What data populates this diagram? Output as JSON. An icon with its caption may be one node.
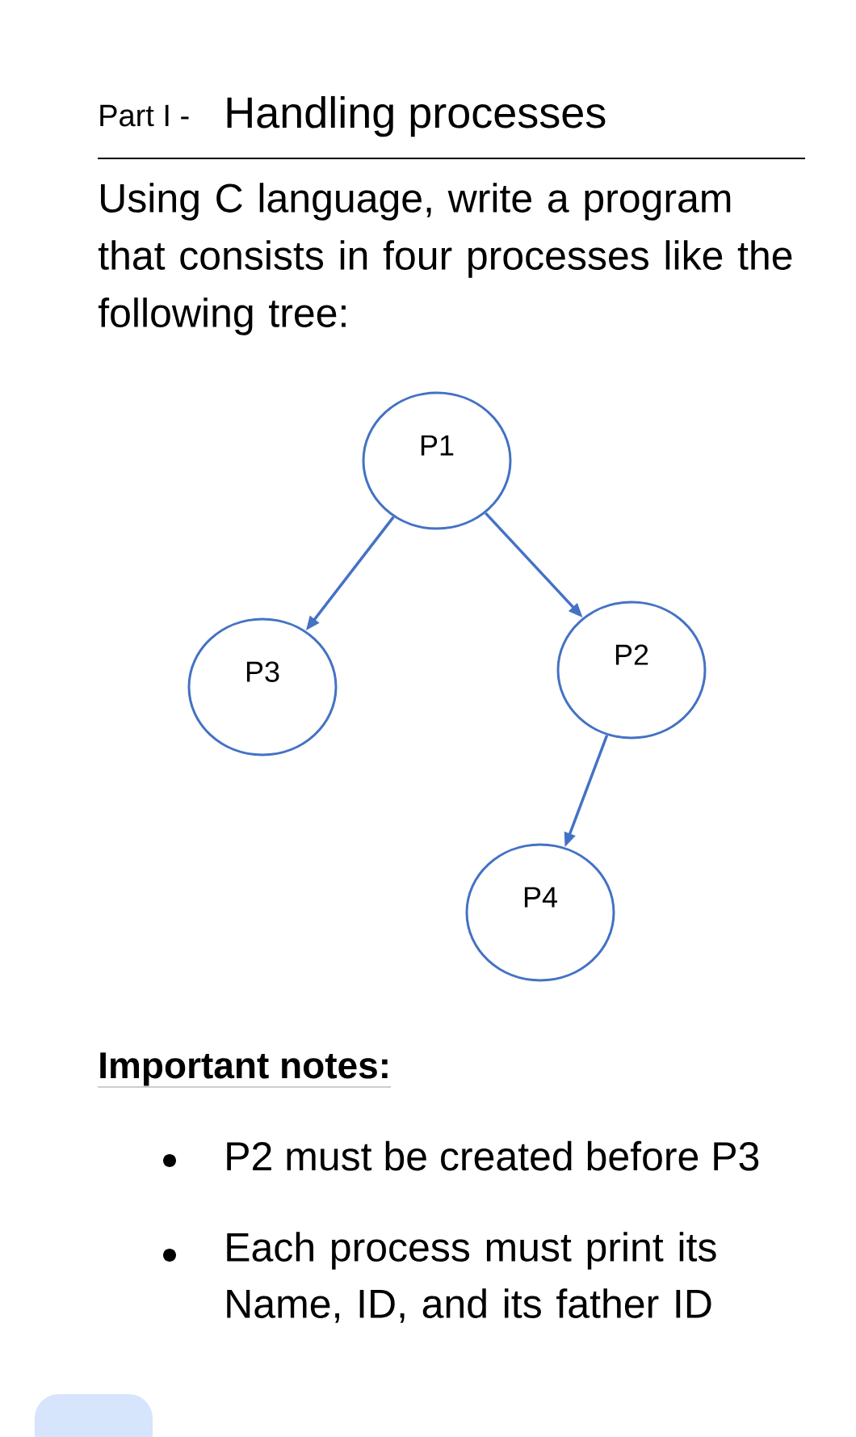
{
  "diagram": {
    "title": "Handling processes",
    "nodes": [
      {
        "text": [
          "P1"
        ]
      },
      {
        "text": [
          "P3"
        ]
      },
      {
        "text": [
          "P2"
        ]
      },
      {
        "text": [
          "P4"
        ]
      }
    ],
    "edges": [
      {
        "from": 0,
        "to": 1,
        "arrow": "to"
      },
      {
        "from": 0,
        "to": 2,
        "arrow": "to"
      },
      {
        "from": 2,
        "to": 3,
        "arrow": "to"
      }
    ],
    "labels": [
      "Part I -",
      "Using C language, write a program that consists in four processes like the following tree:",
      "Important notes:",
      "P2 must be created before P3",
      "Each process must print its Name, ID, and its father ID"
    ]
  }
}
